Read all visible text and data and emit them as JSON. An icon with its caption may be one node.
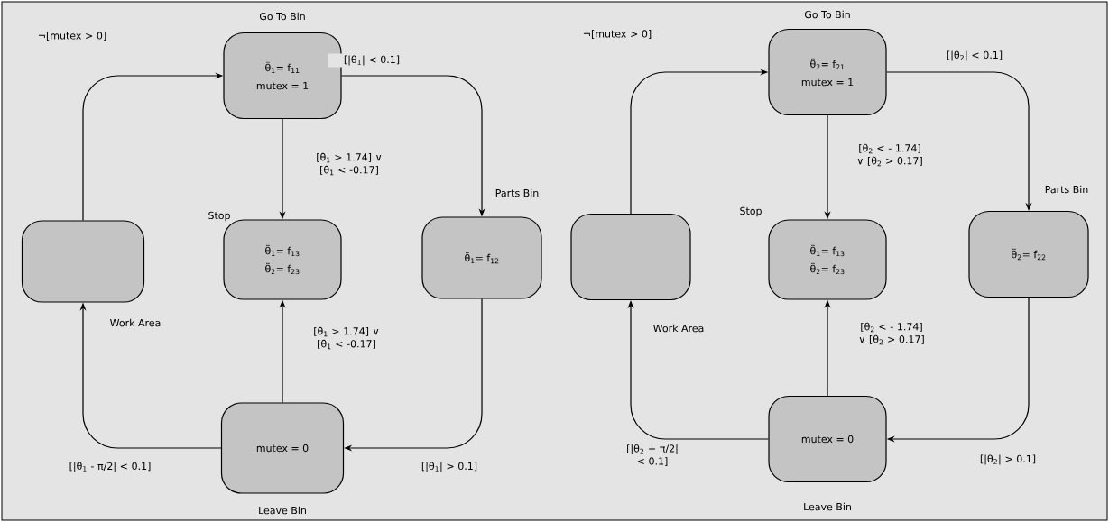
{
  "diagram": {
    "nodes": [
      {
        "text": [
          "Go To Bin",
          "θ̈$_{1}$= f$_{11}$",
          "mutex = 1"
        ]
      },
      {
        "text": [
          "Work Area"
        ]
      },
      {
        "text": [
          "Stop",
          "θ̈$_{1}$= f$_{13}$",
          "θ̈$_{2}$= f$_{23}$"
        ]
      },
      {
        "text": [
          "Parts Bin",
          "θ̈$_{1}$= f$_{12}$"
        ]
      },
      {
        "text": [
          "mutex = 0",
          "Leave Bin"
        ]
      },
      {
        "text": [
          "Go To Bin",
          "θ̈$_{2}$= f$_{21}$",
          "mutex = 1"
        ]
      },
      {
        "text": [
          "Work Area"
        ]
      },
      {
        "text": [
          "Stop",
          "θ̈$_{1}$= f$_{13}$",
          "θ̈$_{2}$= f$_{23}$"
        ]
      },
      {
        "text": [
          "Parts Bin",
          "θ̈$_{2}$= f$_{22}$"
        ]
      },
      {
        "text": [
          "mutex = 0",
          "Leave Bin"
        ]
      }
    ],
    "edges": [
      {
        "from": 1,
        "to": 0,
        "arrow": "to",
        "label": "¬[mutex > 0]"
      },
      {
        "from": 0,
        "to": 2,
        "arrow": "to",
        "label": "[θ$_{1}$ > 1.74] ∨ [θ$_{1}$ < -0.17]"
      },
      {
        "from": 0,
        "to": 3,
        "arrow": "to",
        "label": "[|θ$_{1}$| < 0.1]"
      },
      {
        "from": 3,
        "to": 4,
        "arrow": "to",
        "label": "[|θ$_{1}$| > 0.1]"
      },
      {
        "from": 4,
        "to": 2,
        "arrow": "to",
        "label": "[θ$_{1}$ > 1.74] ∨ [θ$_{1}$ < -0.17]"
      },
      {
        "from": 4,
        "to": 1,
        "arrow": "to",
        "label": "[|θ$_{1}$ - π/2| < 0.1]"
      },
      {
        "from": 6,
        "to": 5,
        "arrow": "to",
        "label": "¬[mutex > 0]"
      },
      {
        "from": 5,
        "to": 7,
        "arrow": "to",
        "label": "[θ$_{2}$ < - 1.74] ∨ [θ$_{2}$ > 0.17]"
      },
      {
        "from": 5,
        "to": 8,
        "arrow": "to",
        "label": "[|θ$_{2}$| < 0.1]"
      },
      {
        "from": 8,
        "to": 9,
        "arrow": "to",
        "label": "[|θ$_{2}$| > 0.1]"
      },
      {
        "from": 9,
        "to": 7,
        "arrow": "to",
        "label": "[θ$_{2}$ < - 1.74] ∨ [θ$_{2}$ > 0.17]"
      },
      {
        "from": 9,
        "to": 6,
        "arrow": "to",
        "label": "[|θ$_{2}$ + π/2| < 0.1]"
      }
    ]
  }
}
